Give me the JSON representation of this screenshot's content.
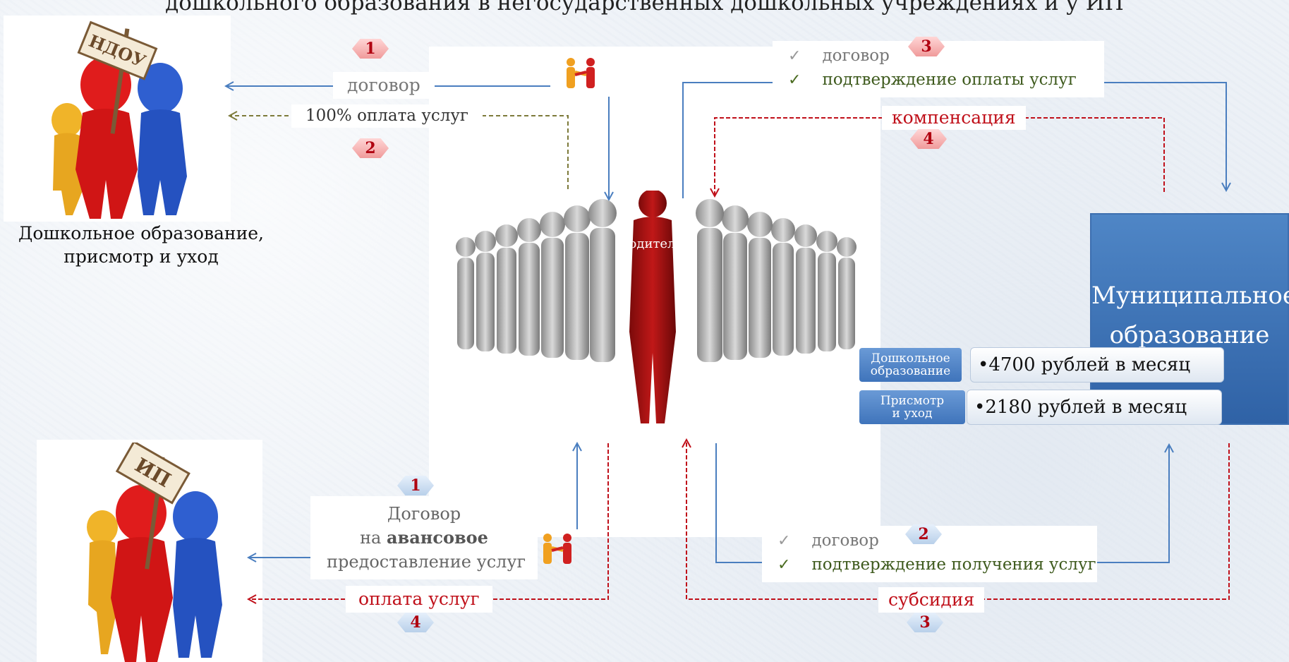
{
  "title": "дошкольного образования в негосударственных дошкольных учреждениях и у ИП",
  "ndou_sign": "НДОУ",
  "ip_sign": "ИП",
  "ndou_caption": [
    "Дошкольное образование,",
    "присмотр и уход"
  ],
  "parents_label": "родители",
  "top_flow": {
    "contract": "договор",
    "payment": "100% оплата услуг",
    "badge_contract": "1",
    "badge_payment": "2",
    "right_items": [
      "договор",
      "подтверждение оплаты услуг"
    ],
    "badge_right": "3",
    "compensation": "компенсация",
    "badge_compensation": "4"
  },
  "bottom_flow": {
    "badge_contract": "1",
    "contract_lines": [
      "Договор",
      "на ",
      "авансовое",
      "предоставление услуг"
    ],
    "payment": "оплата услуг",
    "badge_payment": "4",
    "right_items": [
      "договор",
      "подтверждение получения услуг"
    ],
    "badge_right": "2",
    "subsidy": "субсидия",
    "badge_subsidy": "3"
  },
  "municipal": {
    "line1": "Муниципальное",
    "line2": "образование",
    "rates": [
      {
        "tag": [
          "Дошкольное",
          "образование"
        ],
        "value": "•4700 рублей в месяц"
      },
      {
        "tag": [
          "Присмотр",
          "и уход"
        ],
        "value": "•2180 рублей в месяц"
      }
    ]
  },
  "colors": {
    "blue": "#4a7ebf",
    "red": "#c0101a",
    "olive": "#7d7a3a"
  }
}
